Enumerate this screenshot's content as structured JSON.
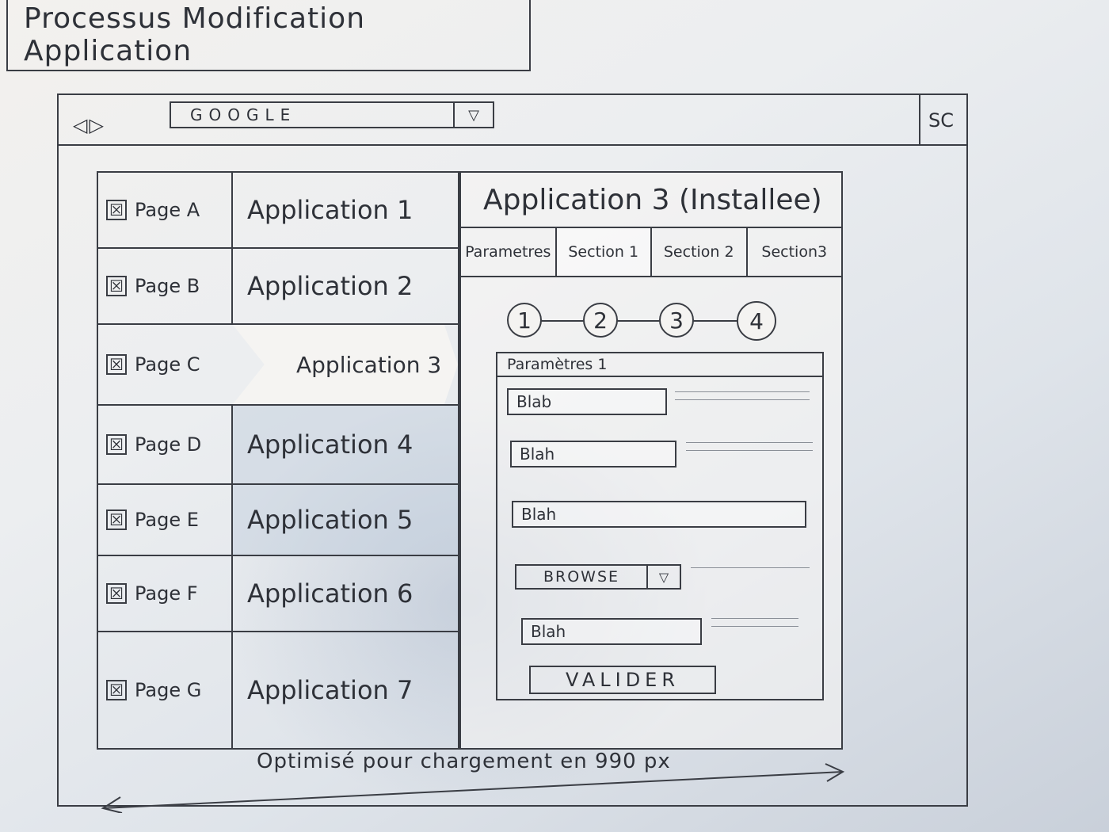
{
  "sketch_title": "Processus Modification Application",
  "browser": {
    "nav_arrows": "◁▷",
    "address": "GOOGLE",
    "address_dropdown": "▽",
    "corner_label": "SC"
  },
  "rows": [
    {
      "page": "Page A",
      "app": "Application 1",
      "checked": "☒"
    },
    {
      "page": "Page B",
      "app": "Application 2",
      "checked": "☒"
    },
    {
      "page": "Page C",
      "app": "Application 3",
      "checked": "☒"
    },
    {
      "page": "Page D",
      "app": "Application 4",
      "checked": "☒"
    },
    {
      "page": "Page E",
      "app": "Application 5",
      "checked": "☒"
    },
    {
      "page": "Page F",
      "app": "Application 6",
      "checked": "☒"
    },
    {
      "page": "Page G",
      "app": "Application 7",
      "checked": "☒"
    }
  ],
  "detail": {
    "title": "Application 3 (Installee)",
    "tabs": [
      "Parametres",
      "Section 1",
      "Section 2",
      "Section3"
    ],
    "steps": [
      "1",
      "2",
      "3",
      "4"
    ],
    "form_title": "Paramètres 1",
    "fields": [
      "Blab",
      "Blah",
      "Blah",
      "Blah"
    ],
    "browse_label": "BROWSE",
    "browse_arrow": "▽",
    "validate_label": "VALIDER"
  },
  "footer_note": "Optimisé pour chargement en 990 px"
}
